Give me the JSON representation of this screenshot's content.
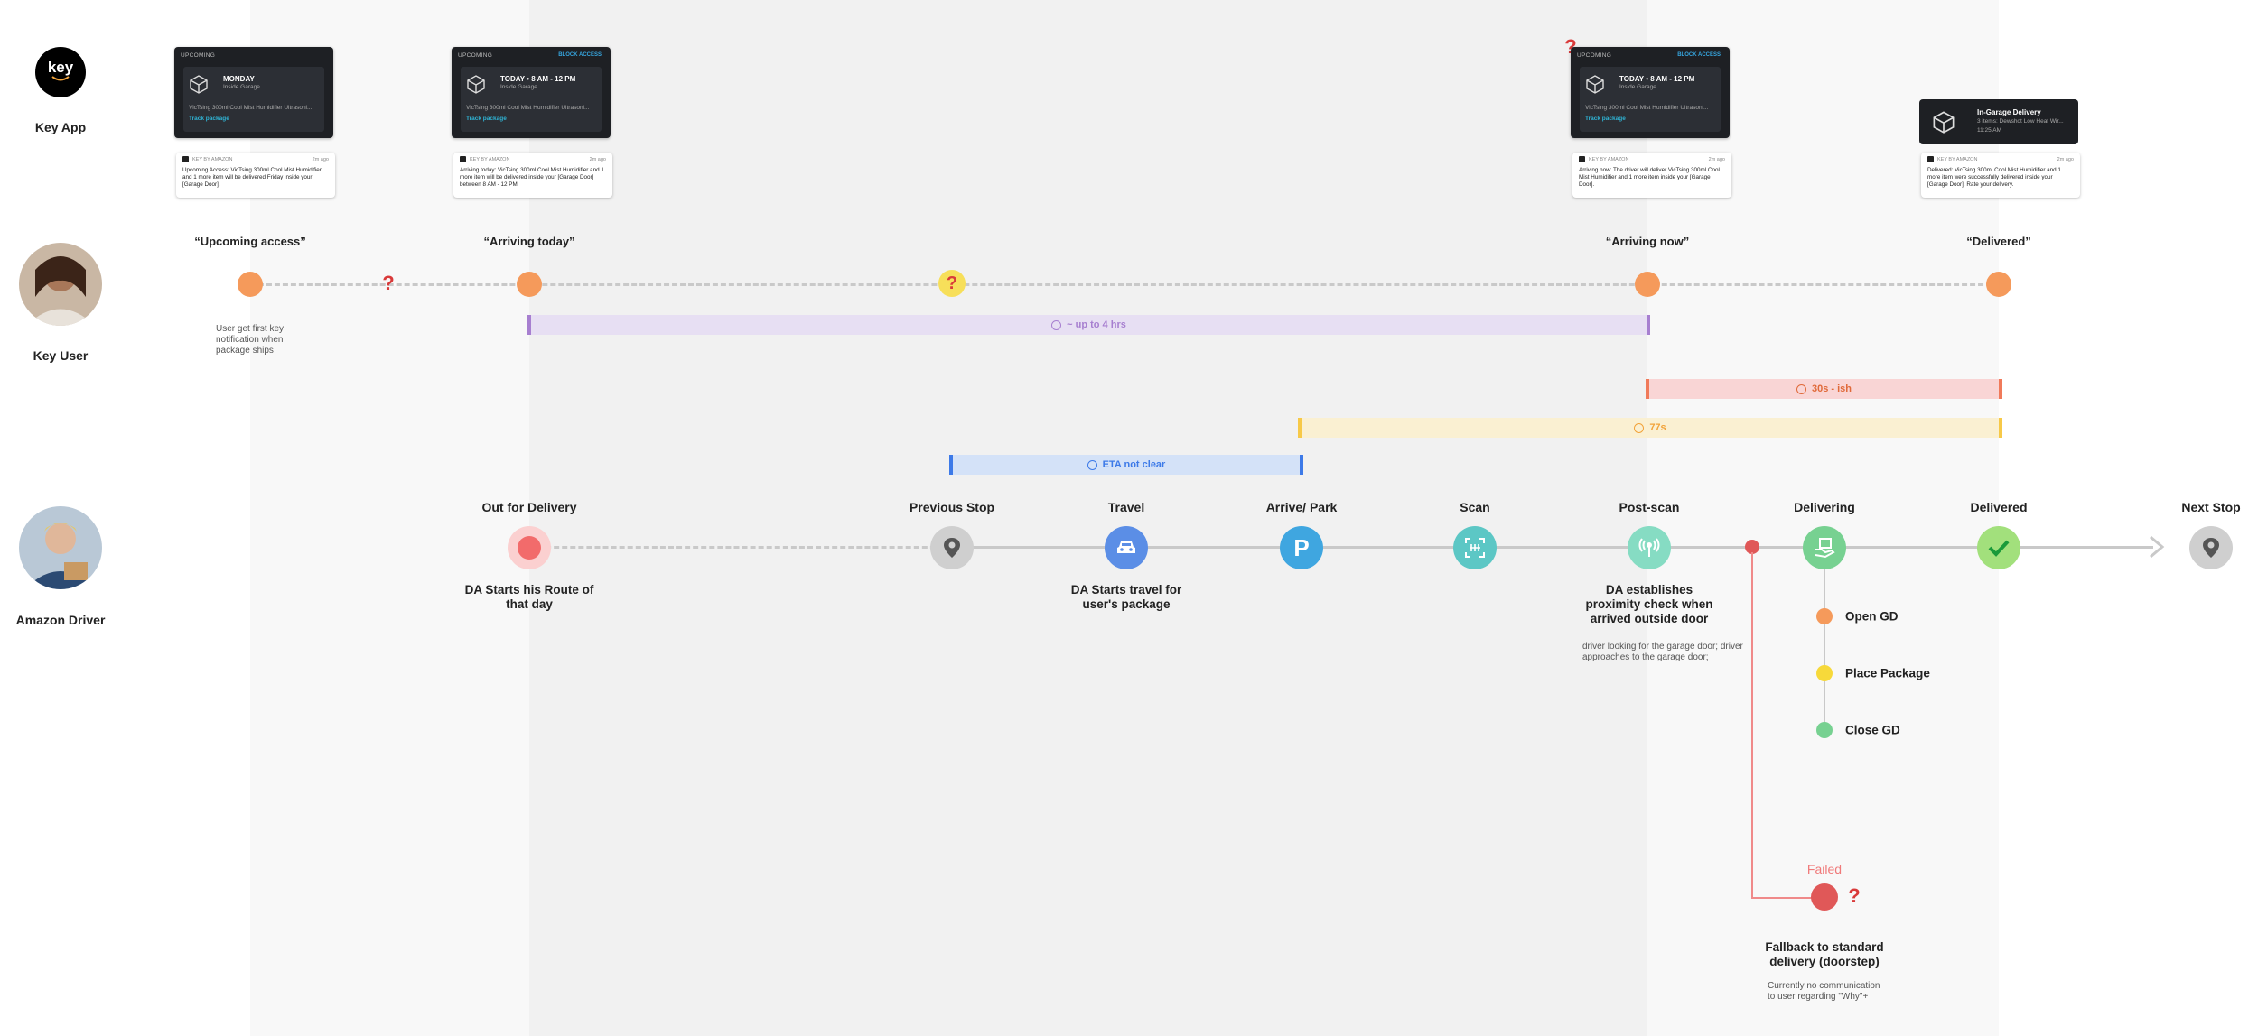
{
  "rows": {
    "key_app": "Key App",
    "key_user": "Key User",
    "amazon_driver": "Amazon Driver"
  },
  "logo": {
    "text": "key"
  },
  "cards": [
    {
      "header": "UPCOMING",
      "header_right": "",
      "title": "MONDAY",
      "subtitle": "Inside Garage",
      "item": "VicTsing 300ml Cool Mist Humidifier Ultrasoni...",
      "link": "Track package",
      "notif_app": "KEY BY AMAZON",
      "notif_time": "2m ago",
      "notif_text": "Upcoming Access: VicTsing 300ml Cool Mist Humidifier and 1 more item will be delivered Friday inside your [Garage Door]."
    },
    {
      "header": "UPCOMING",
      "header_right": "BLOCK ACCESS",
      "title": "TODAY • 8 AM - 12 PM",
      "subtitle": "Inside Garage",
      "item": "VicTsing 300ml Cool Mist Humidifier Ultrasoni...",
      "link": "Track package",
      "notif_app": "KEY BY AMAZON",
      "notif_time": "2m ago",
      "notif_text": "Arriving today: VicTsing 300ml Cool Mist Humidifier and 1 more item will be delivered inside your [Garage Door] between 8 AM - 12 PM."
    },
    {
      "header": "UPCOMING",
      "header_right": "BLOCK ACCESS",
      "title": "TODAY • 8 AM - 12 PM",
      "subtitle": "Inside Garage",
      "item": "VicTsing 300ml Cool Mist Humidifier Ultrasoni...",
      "link": "Track package",
      "notif_app": "KEY BY AMAZON",
      "notif_time": "2m ago",
      "notif_text": "Arriving now: The driver will deliver VicTsing 300ml Cool Mist Humidifier and 1 more item inside your [Garage Door]."
    },
    {
      "delivered_title": "In-Garage Delivery",
      "delivered_item": "3 items: Dewshot Low Heat Wir...",
      "delivered_time": "11:25 AM",
      "notif_app": "KEY BY AMAZON",
      "notif_time": "2m ago",
      "notif_text": "Delivered: VicTsing 300ml Cool Mist Humidifier and 1 more item were successfully delivered inside your [Garage Door]. Rate your delivery."
    }
  ],
  "user_events": {
    "upcoming": "“Upcoming access”",
    "arriving_today": "“Arriving today”",
    "arriving_now": "“Arriving now”",
    "delivered": "“Delivered”",
    "upcoming_note": "User get first key notification when package ships",
    "question": "?"
  },
  "durations": {
    "up_to_4": "~ up to 4 hrs",
    "thirty_s": "30s - ish",
    "seventy_seven": "77s",
    "eta": "ETA not clear"
  },
  "stages": {
    "out_for_delivery": "Out for Delivery",
    "previous_stop": "Previous Stop",
    "travel": "Travel",
    "arrive_park": "Arrive/ Park",
    "scan": "Scan",
    "post_scan": "Post-scan",
    "delivering": "Delivering",
    "delivered": "Delivered",
    "next_stop": "Next Stop",
    "failed": "Failed"
  },
  "stage_desc": {
    "out_for_delivery": "DA Starts his Route of that day",
    "travel": "DA Starts travel for user's package",
    "post_scan": "DA establishes proximity check when arrived outside door",
    "post_scan_note": "driver looking for the garage door; driver approaches to the garage door;",
    "failed": "Fallback to standard delivery (doorstep)",
    "failed_note": "Currently no communication to user regarding \"Why\"+"
  },
  "delivering_steps": [
    "Open GD",
    "Place Package",
    "Close GD"
  ],
  "colors": {
    "orange": "#f59a5b",
    "purple": "#a77fd0",
    "red": "#f07a7a",
    "yellow": "#f7c948",
    "blue": "#3d7ae8",
    "failed": "#e05858"
  }
}
